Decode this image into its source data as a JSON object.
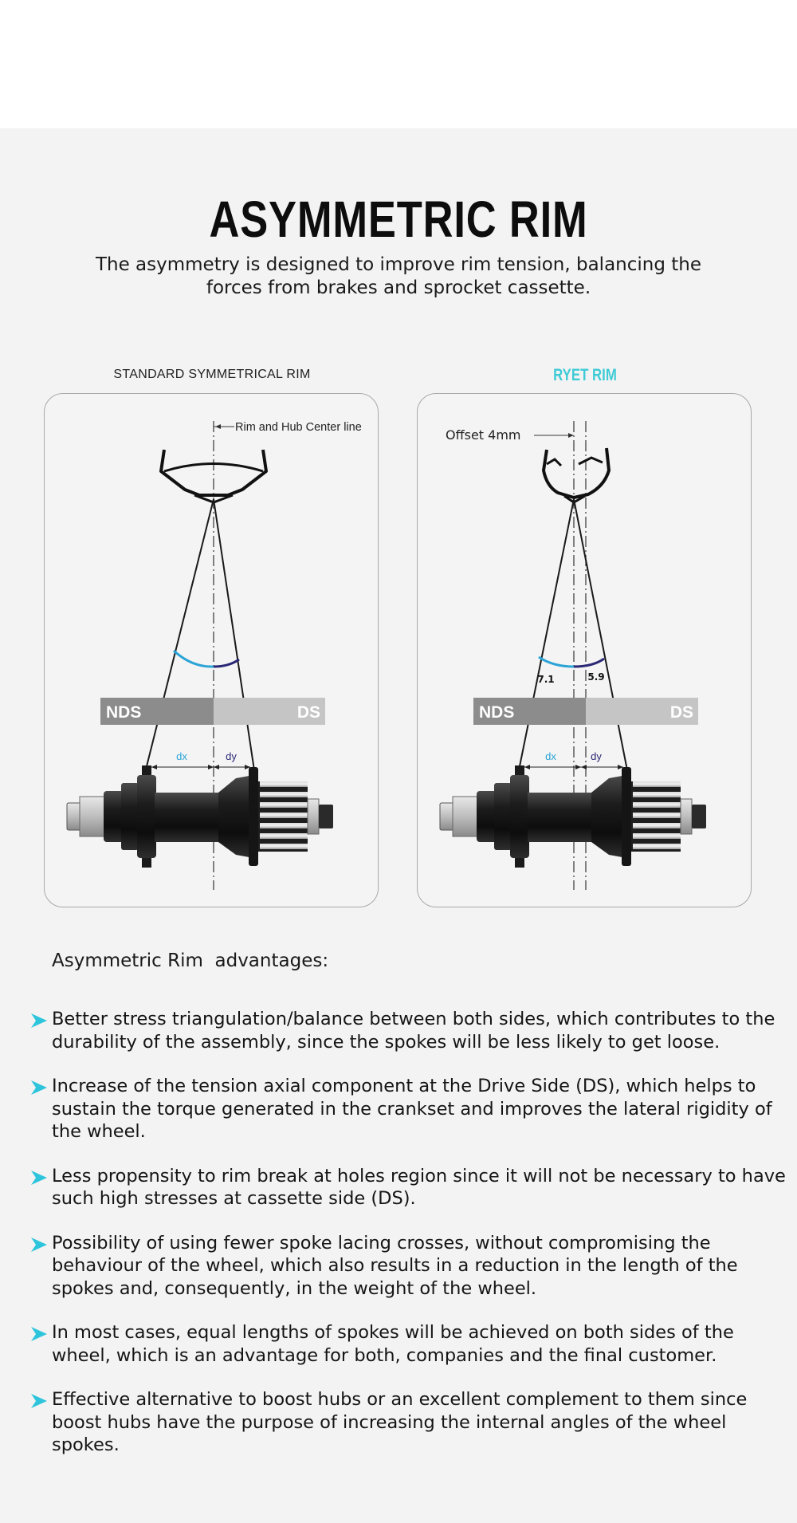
{
  "page": {
    "title": "ASYMMETRIC RIM",
    "subtitle": "The asymmetry is designed to improve rim tension, balancing the forces from brakes and sprocket cassette."
  },
  "diagram": {
    "left": {
      "caption": "STANDARD SYMMETRICAL RIM",
      "center_line_label": "Rim and Hub Center line",
      "nds_label": "NDS",
      "ds_label": "DS",
      "dx_label": "dx",
      "dy_label": "dy"
    },
    "right": {
      "caption": "RYET RIM",
      "offset_label": "Offset 4mm",
      "angle_left_value": "7.1",
      "angle_right_value": "5.9",
      "nds_label": "NDS",
      "ds_label": "DS",
      "dx_label": "dx",
      "dy_label": "dy"
    },
    "colors": {
      "accent": "#3ecbd6",
      "angle_blue": "#2aa3d6",
      "angle_navy": "#2a2875"
    }
  },
  "advantages": {
    "heading": "Asymmetric Rim  advantages:",
    "items": [
      "Better stress triangulation/balance between both sides, which contributes to the durability of the assembly, since the spokes will be less likely to get loose.",
      "Increase of the tension axial component at the Drive Side (DS), which helps to sustain the torque generated in the crankset and improves the lateral rigidity of the wheel.",
      "Less propensity to rim break at holes region since it will not be necessary to have such high stresses at cassette side (DS).",
      "Possibility of using fewer spoke lacing crosses, without compromising the behaviour of the wheel, which also results in a reduction in the length of the spokes and, consequently, in the weight of the wheel.",
      "In most cases, equal lengths of spokes will be achieved on both sides of the wheel, which is an advantage for both, companies and the final customer.",
      "Effective alternative to boost hubs or an excellent complement to them since boost hubs have the purpose of increasing the internal angles of the wheel spokes."
    ],
    "bullet_icon": "chevron-right-icon"
  }
}
